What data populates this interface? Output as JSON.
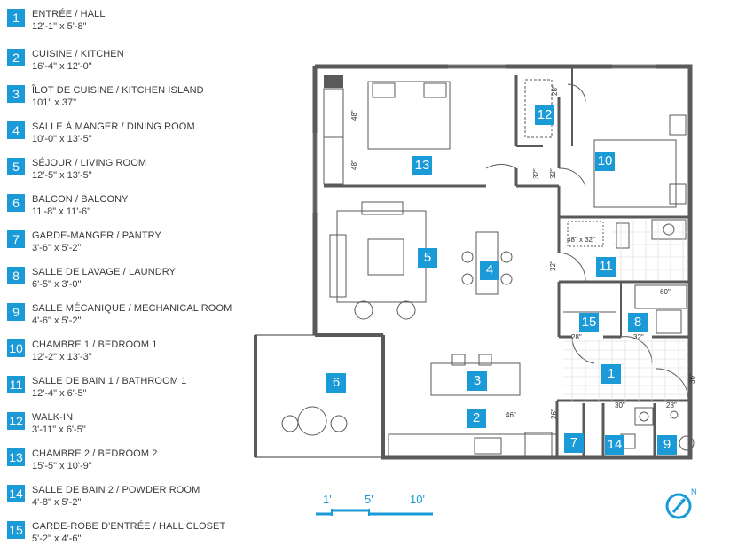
{
  "legend": [
    {
      "num": "1",
      "name": "ENTRÉE / HALL",
      "dims": "12'-1\" x 5'-8\""
    },
    {
      "num": "2",
      "name": "CUISINE / KITCHEN",
      "dims": "16'-4\" x 12'-0\""
    },
    {
      "num": "3",
      "name": "ÎLOT DE CUISINE / KITCHEN ISLAND",
      "dims": "101\" x 37\""
    },
    {
      "num": "4",
      "name": "SALLE À MANGER / DINING ROOM",
      "dims": "10'-0\" x 13'-5\""
    },
    {
      "num": "5",
      "name": "SÉJOUR / LIVING ROOM",
      "dims": "12'-5\" x 13'-5\""
    },
    {
      "num": "6",
      "name": "BALCON / BALCONY",
      "dims": "11'-8\" x 11'-6\""
    },
    {
      "num": "7",
      "name": "GARDE-MANGER / PANTRY",
      "dims": "3'-6\" x 5'-2\""
    },
    {
      "num": "8",
      "name": "SALLE DE LAVAGE / LAUNDRY",
      "dims": "6'-5\" x 3'-0\""
    },
    {
      "num": "9",
      "name": "SALLE MÉCANIQUE / MECHANICAL ROOM",
      "dims": "4'-6\" x 5'-2\""
    },
    {
      "num": "10",
      "name": "CHAMBRE 1 / BEDROOM 1",
      "dims": "12'-2\" x 13'-3\""
    },
    {
      "num": "11",
      "name": "SALLE DE BAIN 1 / BATHROOM 1",
      "dims": "12'-4\" x 6'-5\""
    },
    {
      "num": "12",
      "name": "WALK-IN",
      "dims": "3'-11\" x 6'-5\""
    },
    {
      "num": "13",
      "name": "CHAMBRE 2 / BEDROOM 2",
      "dims": "15'-5\" x 10'-9\""
    },
    {
      "num": "14",
      "name": "SALLE DE BAIN 2 / POWDER ROOM",
      "dims": "4'-8\" x 5'-2\""
    },
    {
      "num": "15",
      "name": "GARDE-ROBE D'ENTRÉE / HALL CLOSET",
      "dims": "5'-2\" x 4'-6\""
    }
  ],
  "plan": {
    "rooms": [
      {
        "num": "13"
      },
      {
        "num": "12"
      },
      {
        "num": "10"
      },
      {
        "num": "5"
      },
      {
        "num": "4"
      },
      {
        "num": "11"
      },
      {
        "num": "15"
      },
      {
        "num": "8"
      },
      {
        "num": "6"
      },
      {
        "num": "3"
      },
      {
        "num": "1"
      },
      {
        "num": "2"
      },
      {
        "num": "7"
      },
      {
        "num": "14"
      },
      {
        "num": "9"
      }
    ],
    "dims": [
      {
        "text": "48\""
      },
      {
        "text": "48\""
      },
      {
        "text": "28\""
      },
      {
        "text": "32\""
      },
      {
        "text": "32\""
      },
      {
        "text": "48\" x 32\""
      },
      {
        "text": "32\""
      },
      {
        "text": "60\""
      },
      {
        "text": "28\""
      },
      {
        "text": "32\""
      },
      {
        "text": "36\""
      },
      {
        "text": "30\""
      },
      {
        "text": "28\""
      },
      {
        "text": "26\""
      },
      {
        "text": "46\""
      }
    ]
  },
  "scale": {
    "labels": [
      "1'",
      "5'",
      "10'"
    ]
  },
  "compass": {
    "label": "N"
  },
  "colors": {
    "accent": "#1a9ad6",
    "wall": "#5a5a5a"
  }
}
